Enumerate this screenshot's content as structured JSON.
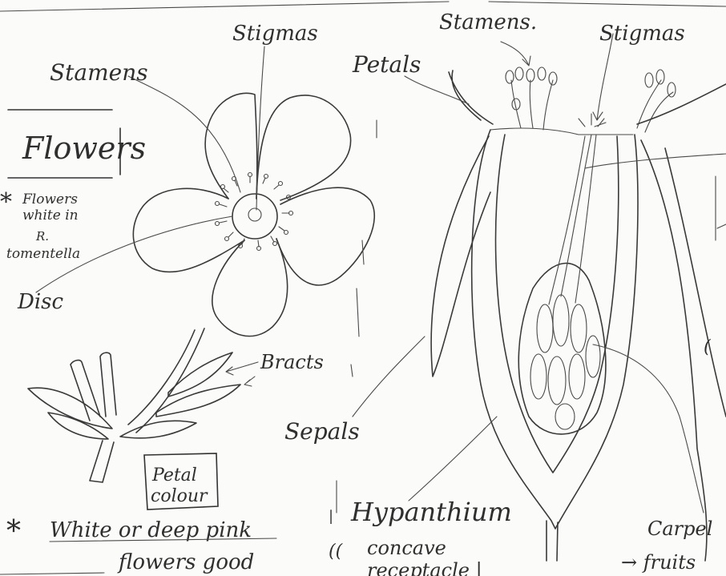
{
  "left_panel": {
    "heading": "Flowers",
    "note_star": "*",
    "note_lines": [
      "Flowers",
      "white in",
      "R.",
      "tomentella"
    ],
    "label_stamens": "Stamens",
    "label_stigmas": "Stigmas",
    "label_disc": "Disc",
    "label_bracts": "Bracts",
    "petal_colour_lines": [
      "Petal",
      "colour"
    ],
    "bottom_star": "*",
    "bottom_lines": [
      "White or deep pink",
      "flowers good"
    ]
  },
  "right_panel": {
    "label_petals": "Petals",
    "label_stamens": "Stamens.",
    "label_stigmas": "Stigmas",
    "label_sepals": "Sepals",
    "label_hypanthium": "Hypanthium",
    "hypanthium_lines": [
      "concave",
      "receptacle |"
    ],
    "label_carpel": "Carpel",
    "label_fruits": "→ fruits"
  }
}
